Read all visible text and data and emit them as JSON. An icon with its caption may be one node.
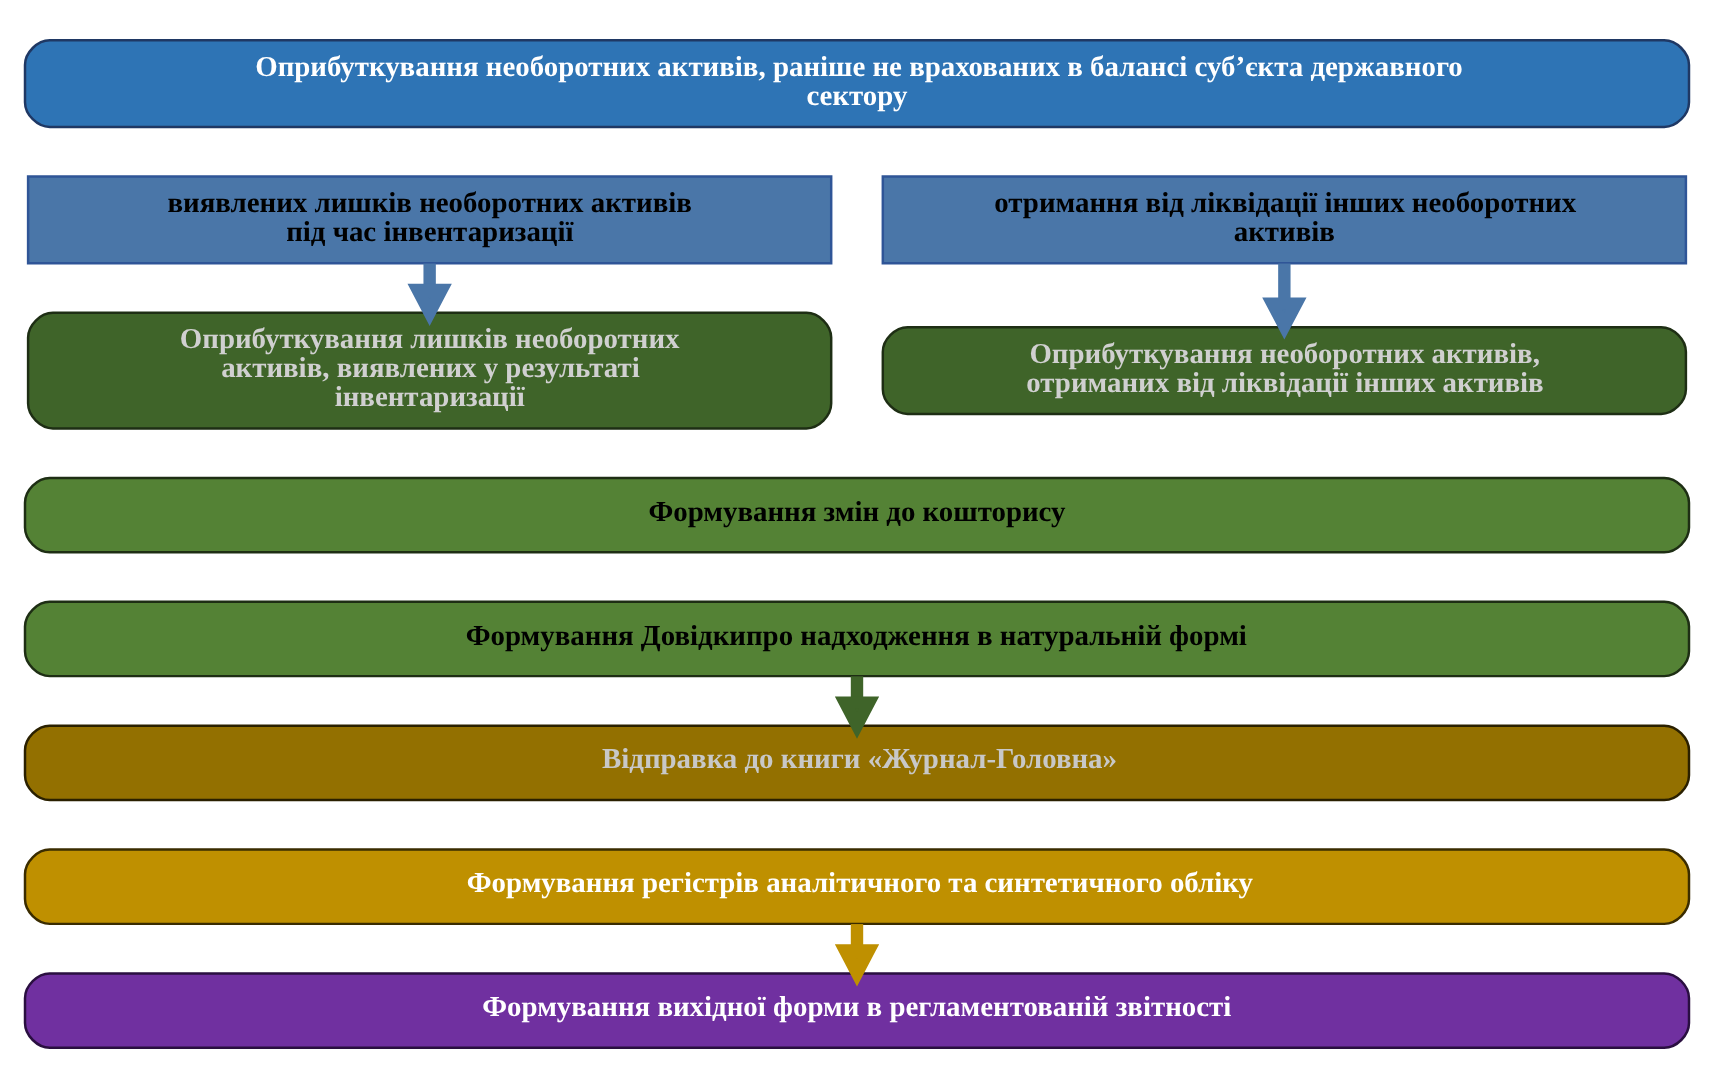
{
  "diagram": {
    "nodes": [
      {
        "text": [
          "Оприбуткування необоротних активів, раніше не врахованих в балансі суб’єкта державного сектору"
        ]
      },
      {
        "text": [
          "виявлених лишків необоротних активів під час інвентаризації"
        ]
      },
      {
        "text": [
          "отримання від ліквідації інших необоротних активів"
        ]
      },
      {
        "text": [
          "Оприбуткування лишків необоротних активів, виявлених у результаті інвентаризації"
        ]
      },
      {
        "text": [
          "Оприбуткування необоротних активів, отриманих від ліквідації інших активів"
        ]
      },
      {
        "text": [
          "Формування змін до кошторису"
        ]
      },
      {
        "text": [
          "Формування Довідкипро надходження в натуральній формі"
        ]
      },
      {
        "text": [
          "Відправка до книги «Журнал-Головна»"
        ]
      },
      {
        "text": [
          "Формування регістрів аналітичного та синтетичного обліку"
        ]
      },
      {
        "text": [
          "Формування вихідної форми в регламентованій звітності"
        ]
      }
    ],
    "edges": [
      {
        "from": 1,
        "to": 3,
        "arrow": "to"
      },
      {
        "from": 2,
        "to": 4,
        "arrow": "to"
      },
      {
        "from": 6,
        "to": 7,
        "arrow": "to",
        "color": "#3f6429"
      },
      {
        "from": 8,
        "to": 9,
        "arrow": "to",
        "color": "#bf9000"
      }
    ]
  }
}
